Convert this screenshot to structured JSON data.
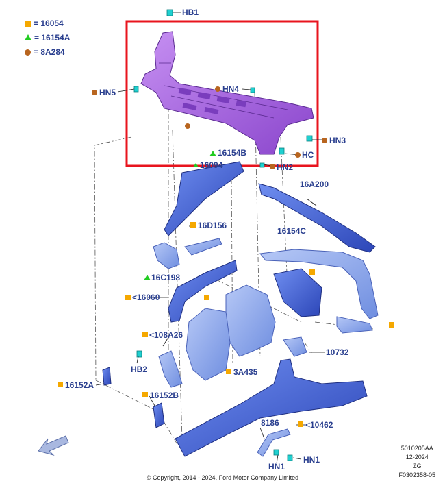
{
  "legend": [
    {
      "marker": "square",
      "color": "#f5a800",
      "label": "= 16054"
    },
    {
      "marker": "triangle",
      "color": "#22cc22",
      "label": "= 16154A"
    },
    {
      "marker": "circle",
      "color": "#b8651f",
      "label": "= 8A284"
    }
  ],
  "callouts": {
    "hb1": "HB1",
    "hn5": "HN5",
    "hn4": "HN4",
    "hn3": "HN3",
    "hc": "HC",
    "hn2": "HN2",
    "p16154b": "16154B",
    "p16094": "16094",
    "p16a200": "16A200",
    "p16d156": "16D156",
    "p16154c": "16154C",
    "p16c198": "16C198",
    "p16060": "<16060",
    "p108a26": "<108A26",
    "p10732": "10732",
    "hb2": "HB2",
    "p3a435": "3A435",
    "p16152a": "16152A",
    "p16152b": "16152B",
    "p8186": "8186",
    "p10462": "<10462",
    "hn1a": "HN1",
    "hn1b": "HN1"
  },
  "meta": {
    "code": "5010205AA",
    "date": "12-2024",
    "zg": "ZG",
    "ref": "F0302358-05"
  },
  "copyright": "© Copyright, 2014 - 2024, Ford Motor Company Limited",
  "colors": {
    "highlight_box": "#e8141e",
    "radiator_support": "#a85fe0",
    "panel_blue": "#3b5fd8",
    "panel_light": "#7c97e6",
    "fastener": "#1fd0d0",
    "label": "#2a3f8f"
  }
}
